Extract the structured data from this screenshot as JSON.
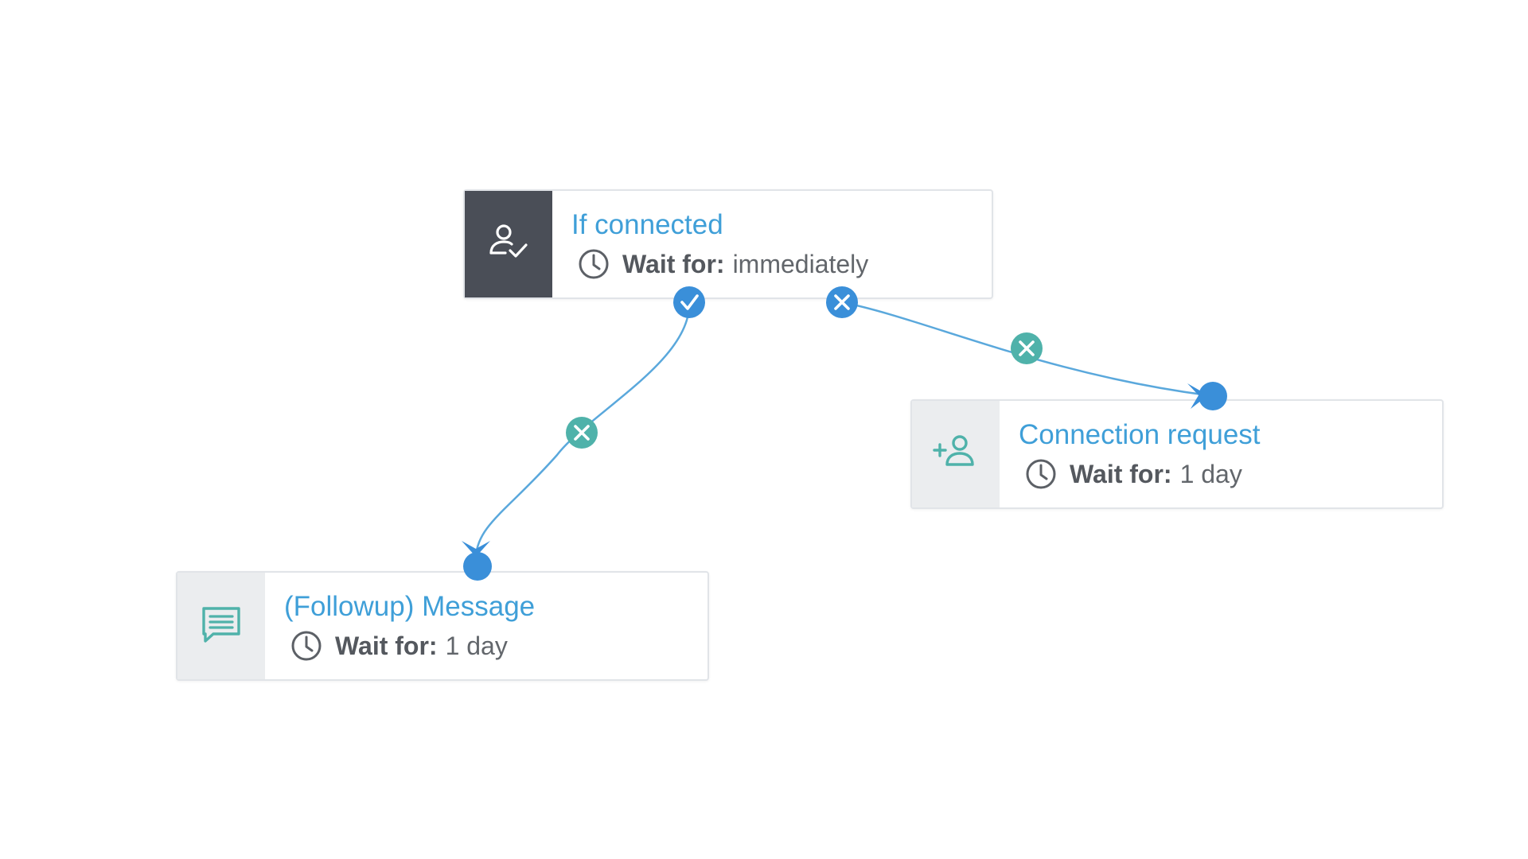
{
  "nodes": {
    "if_connected": {
      "title": "If connected",
      "wait_label": "Wait for:",
      "wait_value": "immediately",
      "icon": "user-check-icon"
    },
    "connection_request": {
      "title": "Connection request",
      "wait_label": "Wait for:",
      "wait_value": "1 day",
      "icon": "user-plus-icon"
    },
    "followup_message": {
      "title": "(Followup) Message",
      "wait_label": "Wait for:",
      "wait_value": "1 day",
      "icon": "message-icon"
    }
  },
  "edges": [
    {
      "from": "if_connected",
      "to": "followup_message",
      "branch": "yes"
    },
    {
      "from": "if_connected",
      "to": "connection_request",
      "branch": "no"
    }
  ],
  "colors": {
    "accent_blue": "#3f9fd8",
    "teal": "#4fb2aa",
    "connector_blue": "#4a9ee0",
    "dark_icon_bg": "#4a4e57",
    "light_icon_bg": "#ebedef",
    "border": "#e1e4e8"
  }
}
